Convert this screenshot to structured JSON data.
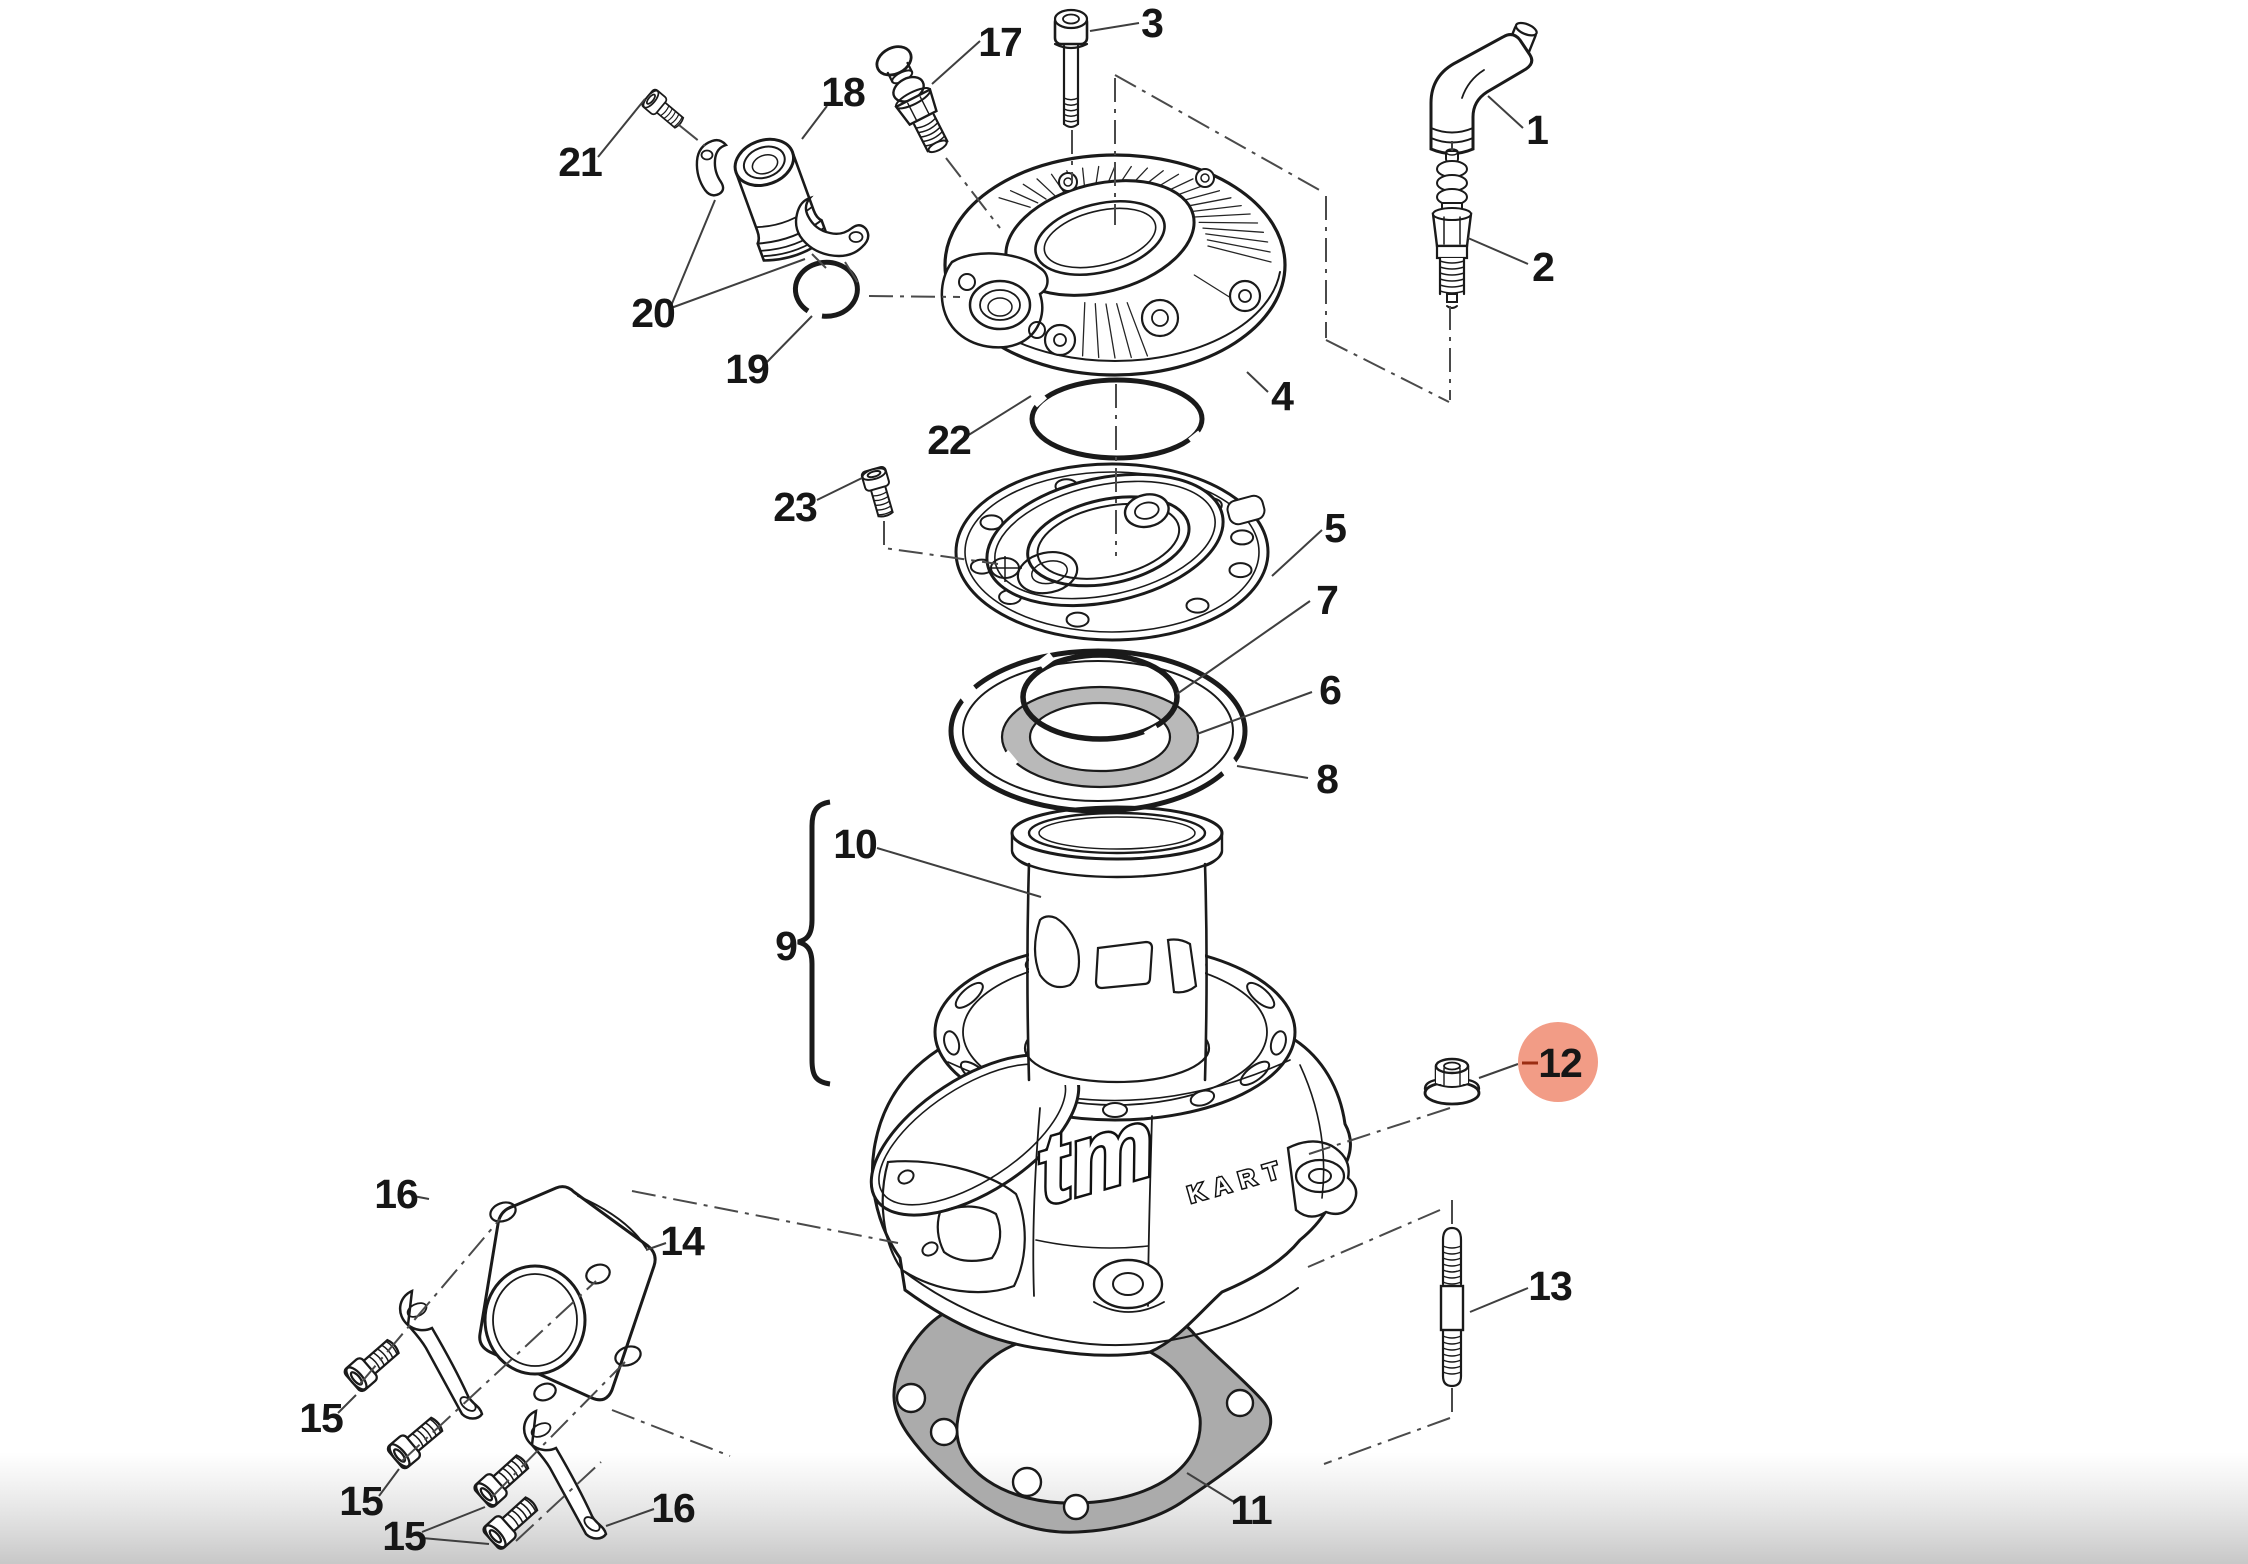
{
  "logo": {
    "brand": "tm",
    "sub": "KART"
  },
  "highlight": {
    "fill": "#f29c86",
    "text_color": "#9b2d12"
  },
  "callouts": [
    {
      "label": "1",
      "part": "spark-plug-cap"
    },
    {
      "label": "2",
      "part": "spark-plug"
    },
    {
      "label": "3",
      "part": "head-cover-screw"
    },
    {
      "label": "4",
      "part": "cylinder-head-cover"
    },
    {
      "label": "5",
      "part": "cylinder-head-insert"
    },
    {
      "label": "6",
      "part": "inner-seal-ring"
    },
    {
      "label": "7",
      "part": "head-o-ring"
    },
    {
      "label": "8",
      "part": "outer-head-ring"
    },
    {
      "label": "9",
      "part": "cylinder-assembly"
    },
    {
      "label": "10",
      "part": "cylinder-sleeve"
    },
    {
      "label": "11",
      "part": "cylinder-base-gasket"
    },
    {
      "label": "12",
      "part": "flange-nut",
      "highlighted": true
    },
    {
      "label": "13",
      "part": "cylinder-stud"
    },
    {
      "label": "14",
      "part": "exhaust-manifold"
    },
    {
      "label": "15",
      "part": "socket-head-screw"
    },
    {
      "label": "16",
      "part": "retaining-bracket"
    },
    {
      "label": "17",
      "part": "temperature-sensor-fitting"
    },
    {
      "label": "18",
      "part": "water-outlet-spigot"
    },
    {
      "label": "19",
      "part": "circlip"
    },
    {
      "label": "20",
      "part": "spigot-retainer-clip"
    },
    {
      "label": "21",
      "part": "clip-screw"
    },
    {
      "label": "22",
      "part": "head-cover-o-ring"
    },
    {
      "label": "23",
      "part": "insert-screw"
    }
  ]
}
